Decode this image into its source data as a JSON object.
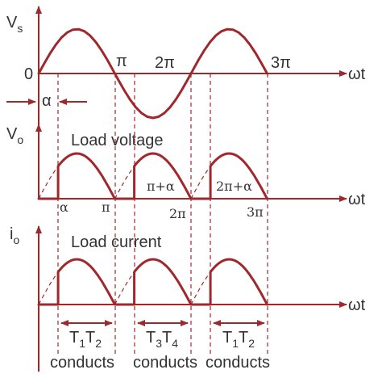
{
  "colors": {
    "stroke": "#a0282d",
    "text": "#333333",
    "background": "#ffffff"
  },
  "supply": {
    "y_label": "V",
    "y_sub": "s",
    "origin": "0",
    "pi": "π",
    "two_pi": "2π",
    "three_pi": "3π",
    "x_label": "ωt",
    "alpha": "α"
  },
  "voltage": {
    "y_label": "V",
    "y_sub": "o",
    "title": "Load voltage",
    "alpha": "α",
    "pi": "π",
    "pi_plus_alpha": "π+α",
    "two_pi": "2π",
    "two_pi_plus_alpha": "2π+α",
    "three_pi": "3π",
    "x_label": "ωt"
  },
  "current": {
    "y_label": "i",
    "y_sub": "o",
    "title": "Load current",
    "x_label": "ωt"
  },
  "conduction": [
    {
      "main": "T",
      "s1": "1",
      "mid": "T",
      "s2": "2",
      "state": "conducts"
    },
    {
      "main": "T",
      "s1": "3",
      "mid": "T",
      "s2": "4",
      "state": "conducts"
    },
    {
      "main": "T",
      "s1": "1",
      "mid": "T",
      "s2": "2",
      "state": "conducts"
    }
  ]
}
